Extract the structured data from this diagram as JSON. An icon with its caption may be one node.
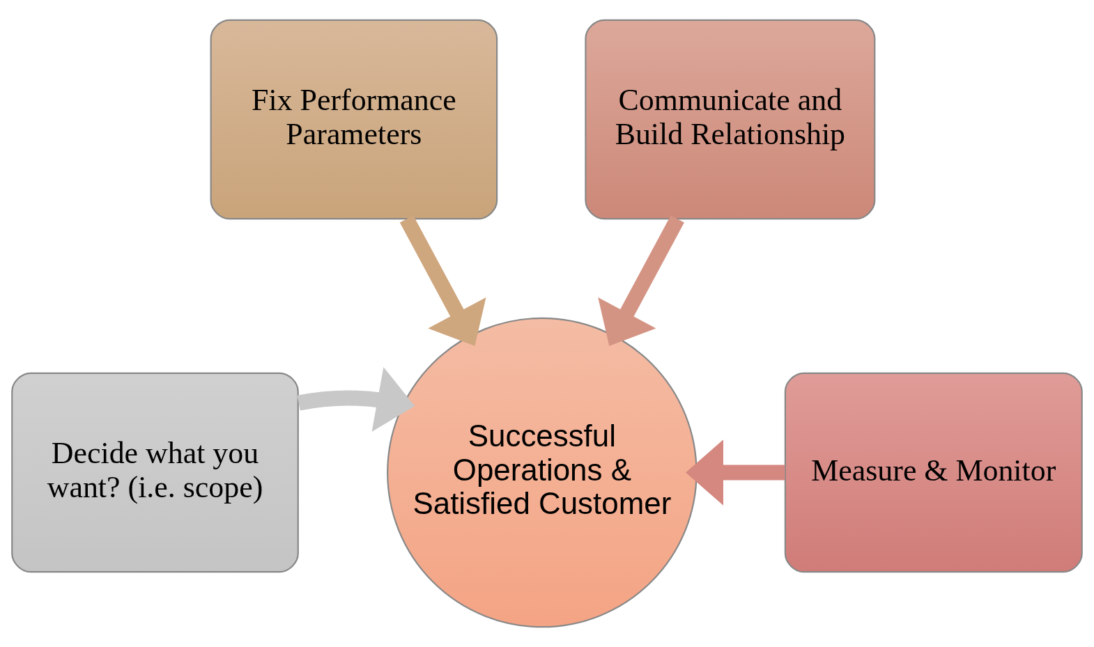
{
  "diagram": {
    "nodes": [
      {
        "text": [
          "Decide what you want? (i.e. scope)"
        ]
      },
      {
        "text": [
          "Fix Performance Parameters"
        ]
      },
      {
        "text": [
          "Communicate and Build Relationship"
        ]
      },
      {
        "text": [
          "Measure & Monitor"
        ]
      },
      {
        "text": [
          "Successful Operations & Satisfied Customer"
        ]
      }
    ],
    "edges": [
      {
        "from": 0,
        "to": 4,
        "arrow": "to",
        "color": "#c8c8c8"
      },
      {
        "from": 1,
        "to": 4,
        "arrow": "to",
        "color": "#cfa77f"
      },
      {
        "from": 2,
        "to": 4,
        "arrow": "to",
        "color": "#d49484"
      },
      {
        "from": 3,
        "to": 4,
        "arrow": "to",
        "color": "#d48880"
      }
    ]
  }
}
